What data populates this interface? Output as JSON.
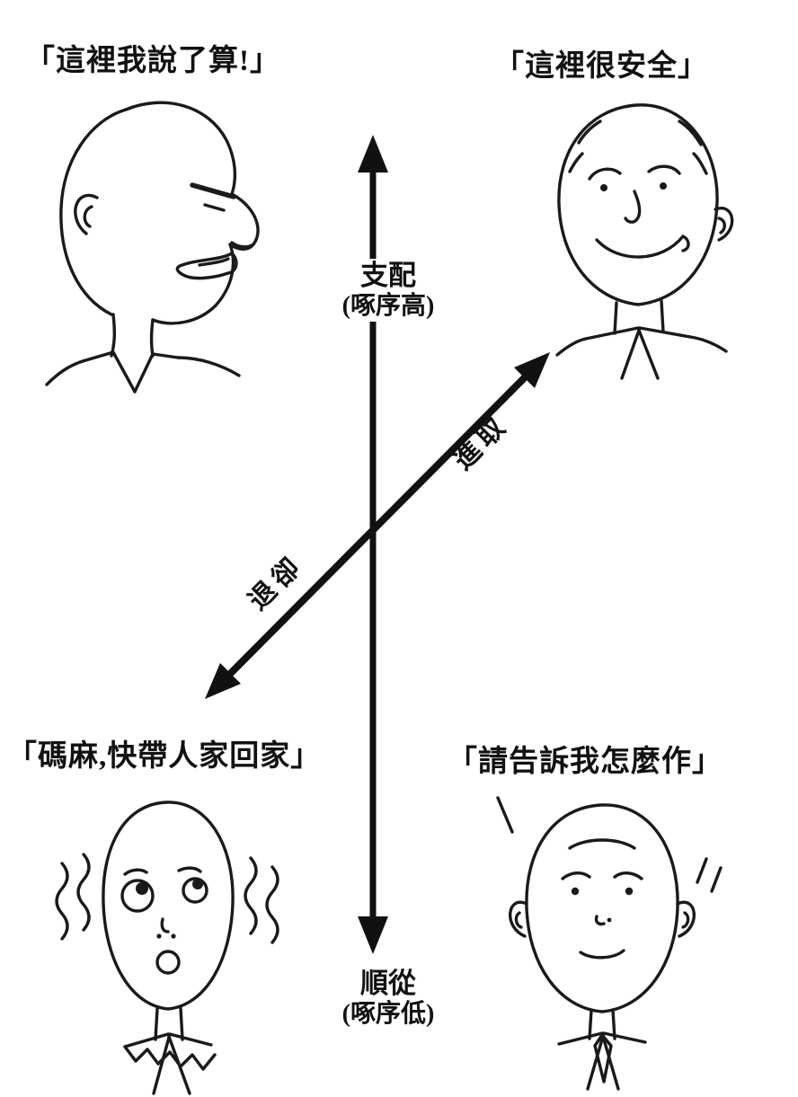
{
  "figure": {
    "title": "dominance-submission-diagram",
    "colors": {
      "background": "#ffffff",
      "ink": "#1a1a1a"
    },
    "quotes": {
      "dominant": "「這裡我說了算!」",
      "secure": "「這裡很安全」",
      "fearful": "「碼麻,快帶人家回家」",
      "submissive": "「請告訴我怎麼作」"
    },
    "axis": {
      "top": {
        "label": "支配",
        "sublabel": "(啄序高)"
      },
      "bottom": {
        "label": "順從",
        "sublabel": "(啄序低)"
      },
      "diagonal_up": "進取",
      "diagonal_down": "退卻"
    }
  }
}
